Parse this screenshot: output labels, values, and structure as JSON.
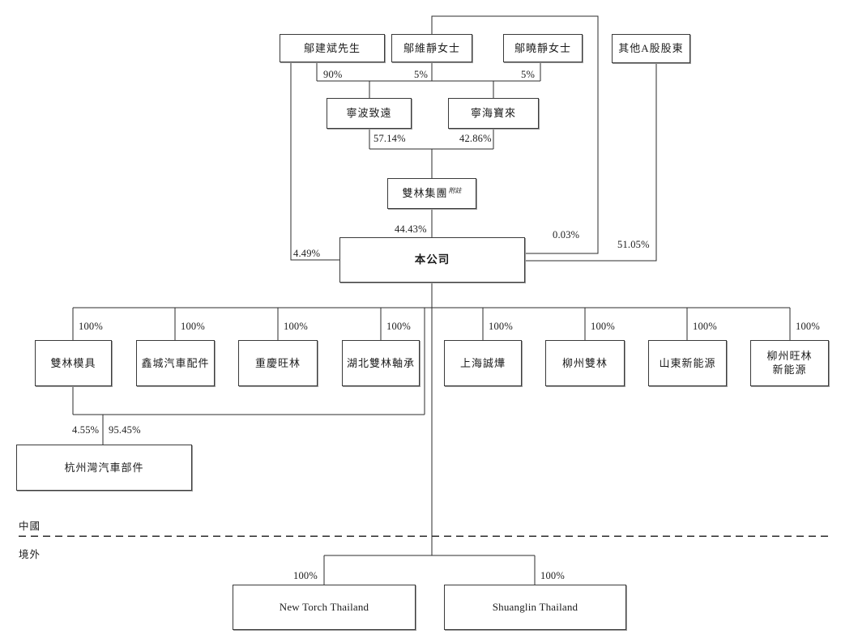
{
  "page": {
    "background_color": "#ffffff",
    "line_color": "#2b2b2b"
  },
  "regions": {
    "china": "中國",
    "overseas": "境外"
  },
  "nodes": {
    "wu_jianbin": "鄔建斌先生",
    "wu_weijing": "鄔維靜女士",
    "wu_xiaojing": "鄔曉靜女士",
    "other_a_shareholders": "其他A股股東",
    "ningbo_zhiyuan": "寧波致遠",
    "ninghai_baolai": "寧海寶來",
    "shuanglin_group": "雙林集團",
    "shuanglin_group_note": "附註",
    "company": "本公司",
    "shuanglin_mould": "雙林模具",
    "xincheng_auto_parts": "鑫城汽車配件",
    "chongqing_wanglin": "重慶旺林",
    "hubei_shuanglin_bearing": "湖北雙林軸承",
    "shanghai_chengye": "上海誠燁",
    "liuzhou_shuanglin": "柳州雙林",
    "shandong_new_energy": "山東新能源",
    "liuzhou_wanglin_line1": "柳州旺林",
    "liuzhou_wanglin_line2": "新能源",
    "hangzhou_bay_auto_parts": "杭州灣汽車部件",
    "new_torch_thailand": "New Torch Thailand",
    "shuanglin_thailand": "Shuanglin Thailand"
  },
  "pct": {
    "jianbin_to_group": "90%",
    "weijing_to_group": "5%",
    "xiaojing_to_group": "5%",
    "zhiyuan_to_shuanglin_group": "57.14%",
    "baolai_to_shuanglin_group": "42.86%",
    "group_to_company": "44.43%",
    "jianbin_to_company": "4.49%",
    "weijing_to_company": "0.03%",
    "other_a_to_company": "51.05%",
    "full": "100%",
    "mould_to_hangzhou_bay": "4.55%",
    "company_to_hangzhou_bay": "95.45%"
  }
}
